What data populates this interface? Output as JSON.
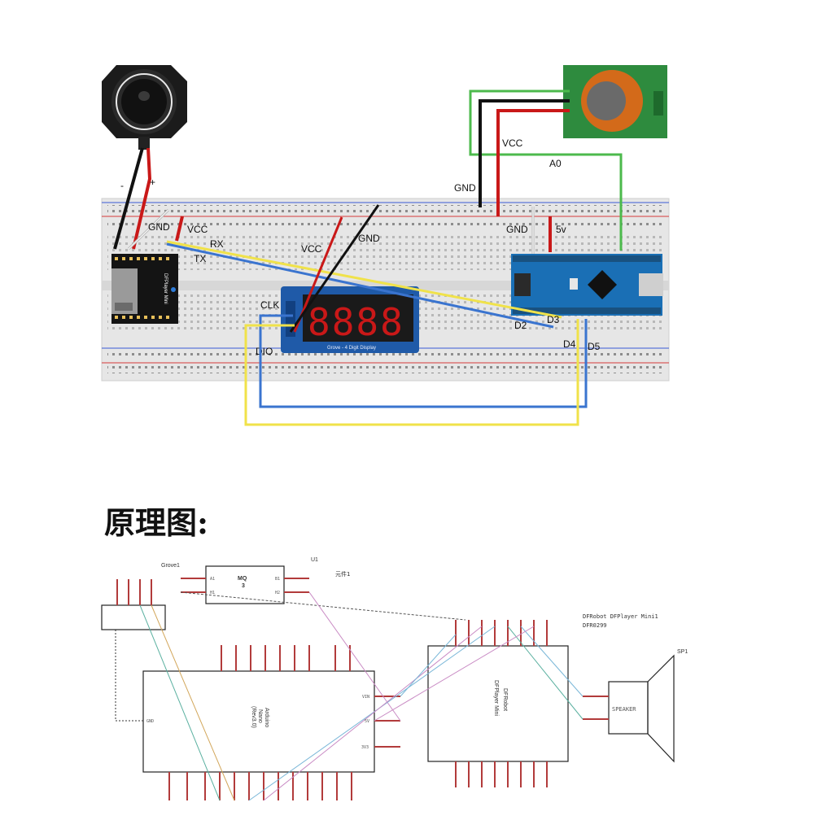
{
  "breadboard": {
    "speaker_minus": "-",
    "speaker_plus": "+",
    "gnd_left": "GND",
    "vcc_left": "VCC",
    "rx": "RX",
    "tx": "TX",
    "dfplayer_label": "DFPlayer Mini",
    "clk": "CLK",
    "dio": "DIO",
    "vcc_mid": "VCC",
    "gnd_mid": "GND",
    "display_digits": "8888",
    "display_caption": "Grove - 4 Digit Display",
    "sensor_vcc": "VCC",
    "sensor_a0": "A0",
    "sensor_gnd": "GND",
    "nano_gnd": "GND",
    "nano_5v": "5v",
    "d2": "D2",
    "d3": "D3",
    "d4": "D4",
    "d5": "D5"
  },
  "heading": "原理图:",
  "schematic": {
    "grove_label": "Grove1",
    "mq_part": "MQ\n3",
    "mq_line1": "MQ",
    "mq_line2": "3",
    "u1": "U1",
    "component": "元件1",
    "mq_a1": "A1",
    "mq_h1": "H1",
    "mq_b1": "B1",
    "mq_h2": "H2",
    "arduino_line1": "Arduino",
    "arduino_line2": "Nano",
    "arduino_line3": "(Rev3.0)",
    "arduino_gnd": "GND",
    "arduino_vin": "VIN",
    "arduino_5v": "5V",
    "arduino_3v3": "3V3",
    "dfp_title1": "DFRobot DFPlayer Mini1",
    "dfp_title2": "DFR0299",
    "dfp_body1": "DFRobot",
    "dfp_body2": "DFPlayer Mini",
    "speaker_label": "SPEAKER",
    "sp1": "SP1"
  }
}
